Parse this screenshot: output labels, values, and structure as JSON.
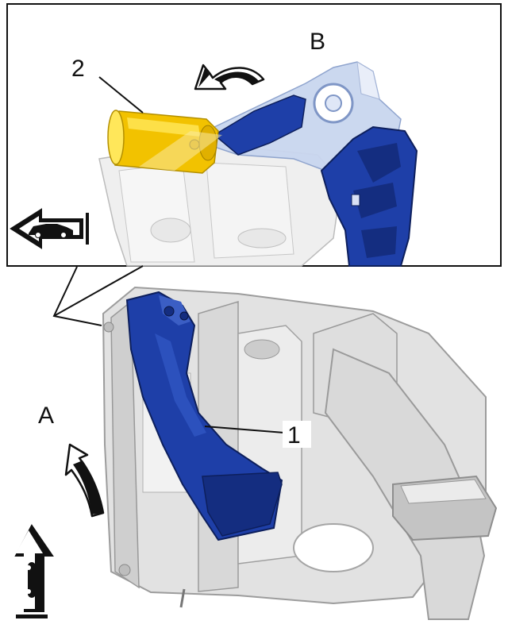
{
  "callouts": {
    "part_1": "1",
    "part_2": "2",
    "view_a": "A",
    "view_b": "B"
  },
  "colors": {
    "blue_part": "#1e3fa8",
    "blue_part_dark": "#142d80",
    "blue_part_light": "#aebfe3",
    "yellow_part": "#f2c200",
    "yellow_part_light": "#ffe75a",
    "bracket_grey": "#d6d6d6",
    "bracket_grey_dark": "#a9a9a9",
    "frame_line": "#111111"
  },
  "icons": [
    "rotate-counterclockwise-arrow-icon",
    "rotate-up-arrow-icon",
    "vehicle-direction-left-icon",
    "vehicle-direction-up-icon"
  ]
}
